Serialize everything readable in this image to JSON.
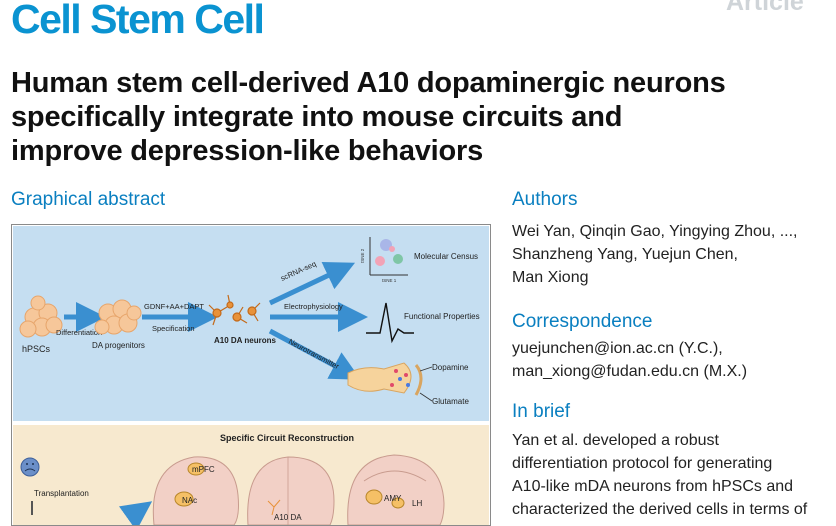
{
  "header": {
    "journal": "Cell Stem Cell",
    "article_type": "Article"
  },
  "title": {
    "line1": "Human stem cell-derived A10 dopaminergic neurons",
    "line2": "specifically integrate into mouse circuits and",
    "line3": "improve depression-like behaviors"
  },
  "graphical_abstract": {
    "heading": "Graphical abstract",
    "labels": {
      "hpscs": "hPSCs",
      "differentiation": "Differentiation",
      "da_progenitors": "DA progenitors",
      "gdnf": "GDNF+AA+DAPT",
      "specification": "Specification",
      "a10_neurons": "A10 DA neurons",
      "scrna": "scRNA-seq",
      "electrophys": "Electrophysiology",
      "neurotransmitter": "Neurotransmitter",
      "molecular_census": "Molecular Census",
      "functional_properties": "Functional Properties",
      "dopamine": "Dopamine",
      "glutamate": "Glutamate",
      "tsne2": "tSNE 2",
      "tsne1": "tSNE 1",
      "circuit_title": "Specific Circuit Reconstruction",
      "transplantation": "Transplantation",
      "mpfc": "mPFC",
      "nac": "NAc",
      "amy": "AMY",
      "lh": "LH",
      "a10da": "A10 DA"
    },
    "colors": {
      "top_panel": "#c5def1",
      "bottom_panel": "#f7e9cf",
      "arrow": "#3a8fd0",
      "cells": "#f6c79a",
      "neurons": "#e8923a"
    }
  },
  "authors": {
    "heading": "Authors",
    "line1": "Wei Yan, Qinqin Gao, Yingying Zhou, ...,",
    "line2": "Shanzheng Yang, Yuejun Chen,",
    "line3": "Man Xiong"
  },
  "correspondence": {
    "heading": "Correspondence",
    "line1": "yuejunchen@ion.ac.cn (Y.C.),",
    "line2": "man_xiong@fudan.edu.cn (M.X.)"
  },
  "in_brief": {
    "heading": "In brief",
    "line1": "Yan et al. developed a robust",
    "line2": "differentiation protocol for generating",
    "line3": "A10-like mDA neurons from hPSCs and",
    "line4": "characterized the derived cells in terms of"
  }
}
